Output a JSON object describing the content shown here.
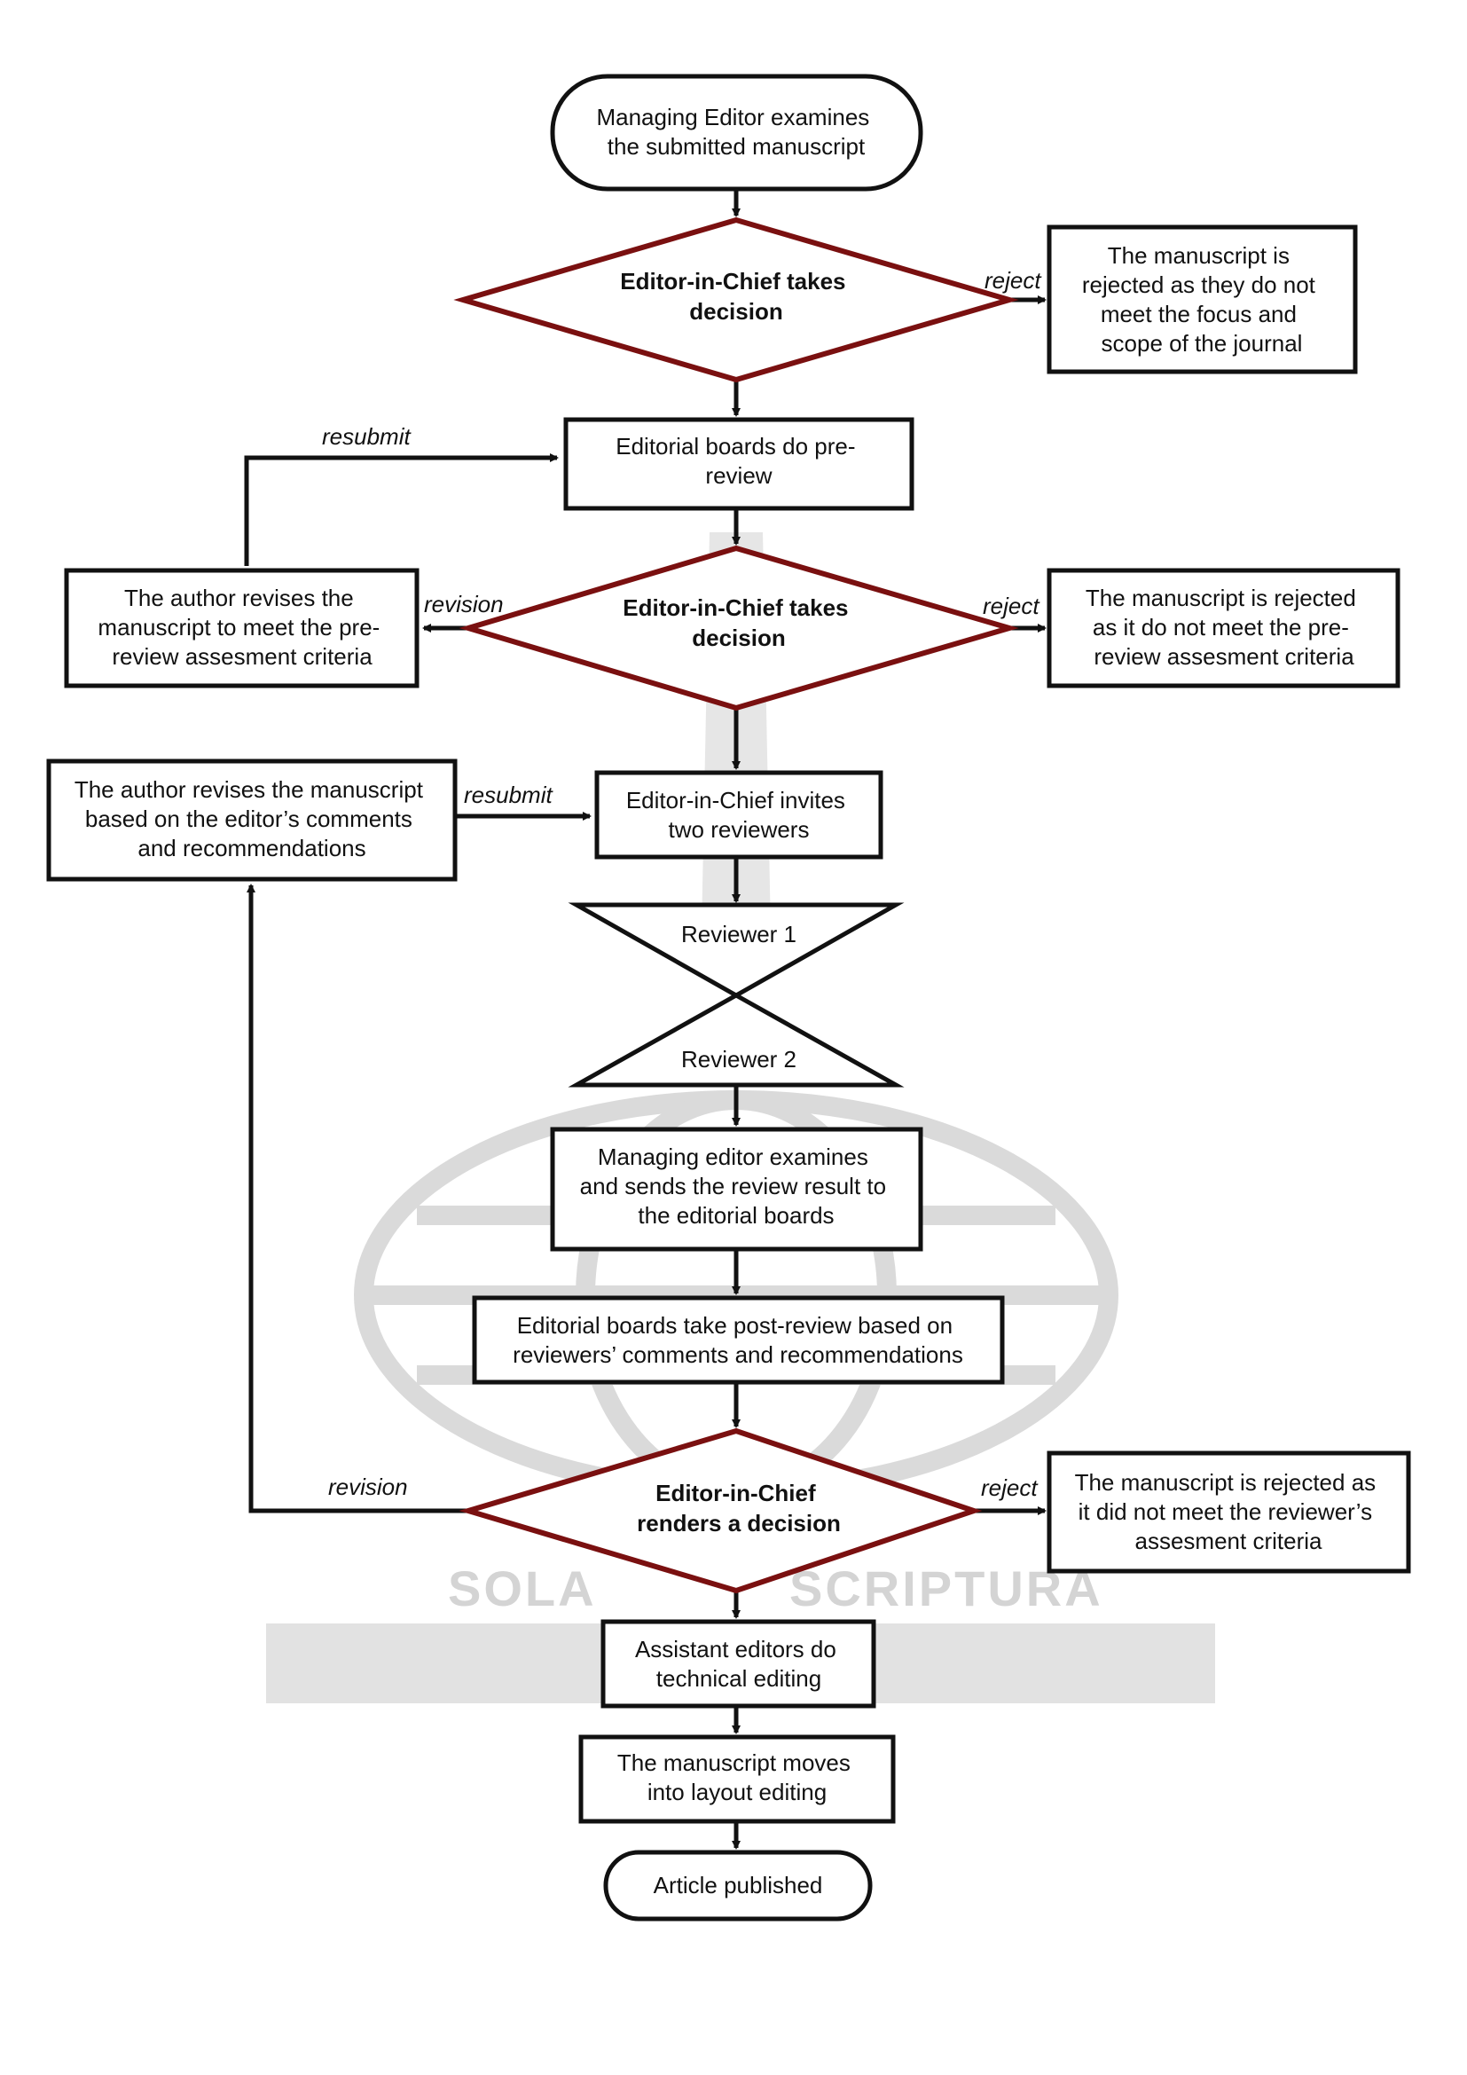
{
  "colors": {
    "decision_stroke": "#7a1010",
    "box_stroke": "#111111",
    "watermark": "#d9d9d9"
  },
  "nodes": {
    "start": {
      "lines": [
        "Managing Editor examines",
        "the submitted manuscript"
      ]
    },
    "decision1": {
      "lines": [
        "Editor-in-Chief takes",
        "decision"
      ]
    },
    "reject1": {
      "lines": [
        "The manuscript is",
        "rejected as they do not",
        "meet the focus and",
        "scope of the journal"
      ]
    },
    "prereview": {
      "lines": [
        "Editorial boards do pre-",
        "review"
      ]
    },
    "decision2": {
      "lines": [
        "Editor-in-Chief takes",
        "decision"
      ]
    },
    "revise1": {
      "lines": [
        "The author revises the",
        "manuscript to meet the pre-",
        "review assesment criteria"
      ]
    },
    "reject2": {
      "lines": [
        "The manuscript is rejected",
        "as it do not meet the pre-",
        "review assesment criteria"
      ]
    },
    "revise2": {
      "lines": [
        "The author revises the manuscript",
        "based on the editor’s comments",
        "and recommendations"
      ]
    },
    "invite": {
      "lines": [
        "Editor-in-Chief invites",
        "two reviewers"
      ]
    },
    "reviewer1": {
      "lines": [
        "Reviewer 1"
      ]
    },
    "reviewer2": {
      "lines": [
        "Reviewer 2"
      ]
    },
    "examine": {
      "lines": [
        "Managing editor examines",
        "and sends the review result to",
        "the editorial boards"
      ]
    },
    "postreview": {
      "lines": [
        "Editorial boards take post-review based on",
        "reviewers’ comments and recommendations"
      ]
    },
    "decision3": {
      "lines": [
        "Editor-in-Chief",
        "renders a decision"
      ]
    },
    "reject3": {
      "lines": [
        "The manuscript is rejected as",
        "it did not meet the reviewer’s",
        "assesment criteria"
      ]
    },
    "technical": {
      "lines": [
        "Assistant editors do",
        "technical editing"
      ]
    },
    "layout": {
      "lines": [
        "The manuscript moves",
        "into layout editing"
      ]
    },
    "end": {
      "lines": [
        "Article published"
      ]
    }
  },
  "edge_labels": {
    "reject1": "reject",
    "resubmit1": "resubmit",
    "revision1": "revision",
    "reject2": "reject",
    "resubmit2": "resubmit",
    "revision2": "revision",
    "reject3": "reject"
  },
  "watermark": {
    "left": "SOLA",
    "right": "SCRIPTURA"
  }
}
